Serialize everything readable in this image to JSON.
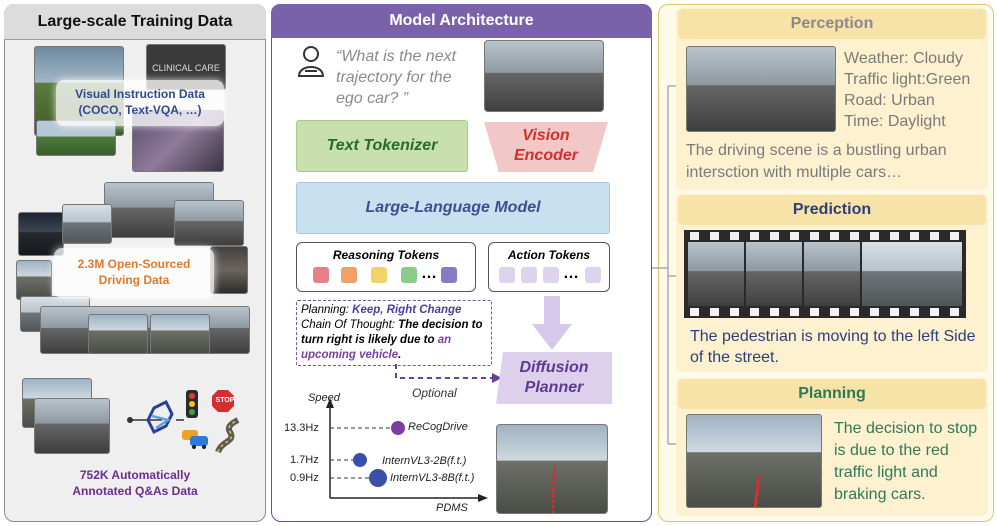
{
  "left": {
    "title": "Large-scale Training Data",
    "visual_instruction": "Visual Instruction Data",
    "visual_instruction_sources": "(COCO, Text-VQA, …)",
    "clinical_care_text": "CLINICAL CARE",
    "driving_data_line1": "2.3M Open-Sourced",
    "driving_data_line2": "Driving Data",
    "stop_sign_text": "STOP",
    "annotated_line1": "752K Automatically",
    "annotated_line2": "Annotated Q&As Data"
  },
  "middle": {
    "title": "Model Architecture",
    "question": "“What is the next trajectory for the ego car? ”",
    "text_tokenizer": "Text Tokenizer",
    "vision_encoder_line1": "Vision",
    "vision_encoder_line2": "Encoder",
    "llm": "Large-Language Model",
    "reasoning_tokens": "Reasoning Tokens",
    "action_tokens": "Action Tokens",
    "ellipsis": "…",
    "planning_label": "Planning: ",
    "planning_value": "Keep, Right Change",
    "cot_label": "Chain Of Thought: ",
    "cot_bold": "The decision to turn right is likely due to ",
    "cot_highlight": "an upcoming vehicle",
    "cot_end": ".",
    "optional": "Optional",
    "diffusion_line1": "Diffusion",
    "diffusion_line2": "Planner",
    "colors": {
      "reasoning": [
        "#e8808a",
        "#f0a266",
        "#f2d36a",
        "#8ccb8a",
        "#8a7ac0"
      ],
      "action": "#ddd3ea",
      "point": "#7a3fa0",
      "highlight": "#7a3fa0",
      "planning_value": "#4a3fa0"
    }
  },
  "chart_data": {
    "type": "scatter",
    "ylabel": "Speed",
    "xlabel": "PDMS",
    "y_ticks": [
      "13.3Hz",
      "1.7Hz",
      "0.9Hz"
    ],
    "points": [
      {
        "label": "ReCogDrive",
        "speed": "13.3Hz"
      },
      {
        "label": "InternVL3-2B(f.t.)",
        "speed": "1.7Hz"
      },
      {
        "label": "InternVL3-8B(f.t.)",
        "speed": "0.9Hz"
      }
    ]
  },
  "right": {
    "perception": {
      "title": "Perception",
      "weather": "Weather: Cloudy",
      "traffic_light": "Traffic light:Green",
      "road": "Road: Urban",
      "time": "Time: Daylight",
      "description": "The driving scene is a bustling urban intersction with multiple cars…",
      "title_color": "#8a8a8a"
    },
    "prediction": {
      "title": "Prediction",
      "description": "The pedestrian is moving to the left Side of the street.",
      "title_color": "#2c3f7a"
    },
    "planning": {
      "title": "Planning",
      "description": "The decision to stop is due to the red traffic light and braking cars.",
      "title_color": "#2d7a5a"
    }
  }
}
